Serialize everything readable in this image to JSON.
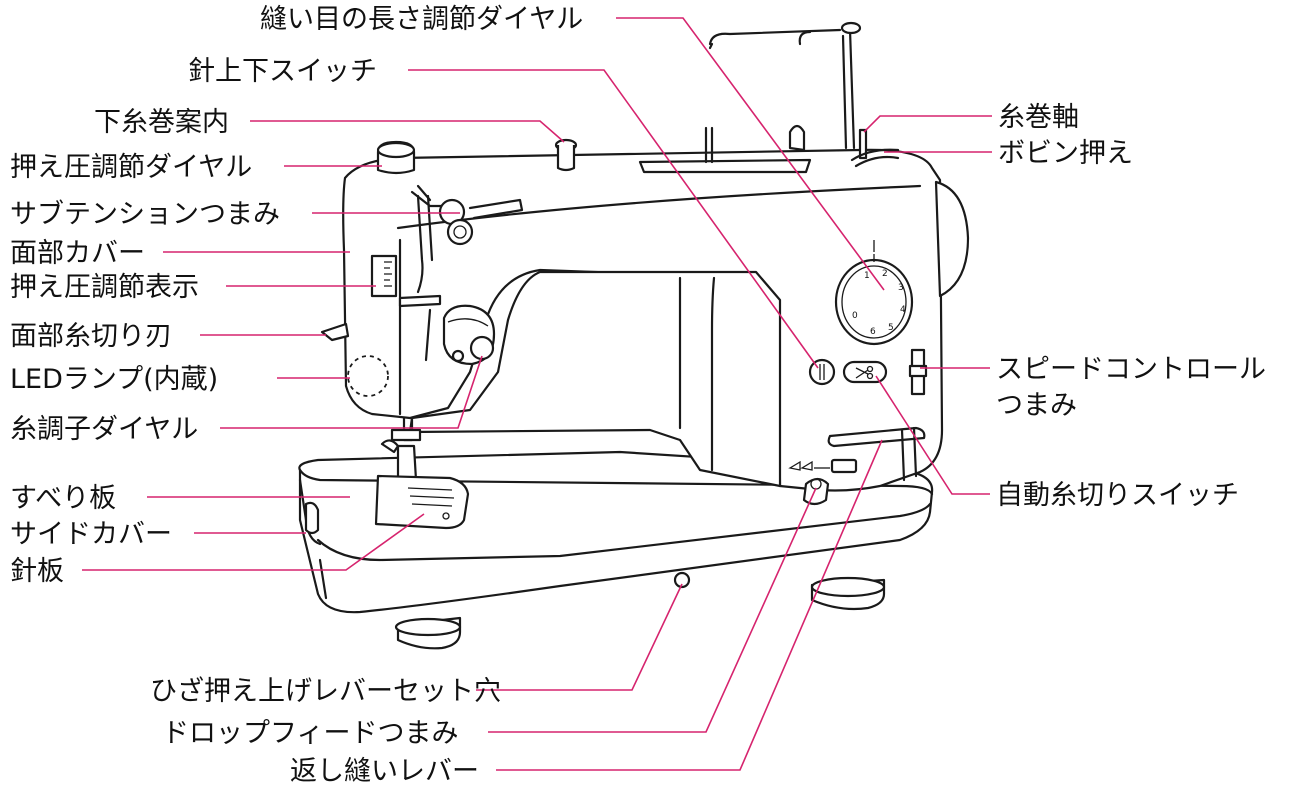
{
  "labels": {
    "stitch_length_dial": "縫い目の長さ調節ダイヤル",
    "needle_updown_switch": "針上下スイッチ",
    "bobbin_winder_guide": "下糸巻案内",
    "presser_pressure_dial": "押え圧調節ダイヤル",
    "sub_tension_knob": "サブテンションつまみ",
    "face_cover": "面部カバー",
    "presser_pressure_indicator": "押え圧調節表示",
    "face_thread_cutter": "面部糸切り刃",
    "led_lamp": "LEDランプ(内蔵)",
    "thread_tension_dial": "糸調子ダイヤル",
    "slide_plate": "すべり板",
    "side_cover": "サイドカバー",
    "needle_plate": "針板",
    "bobbin_winder_shaft": "糸巻軸",
    "bobbin_presser": "ボビン押え",
    "speed_control_knob_line1": "スピードコントロール",
    "speed_control_knob_line2": "つまみ",
    "auto_thread_cutter_switch": "自動糸切りスイッチ",
    "knee_lifter_socket": "ひざ押え上げレバーセット穴",
    "drop_feed_knob": "ドロップフィードつまみ",
    "reverse_lever": "返し縫いレバー"
  },
  "dial_numbers": [
    "1",
    "2",
    "3",
    "4",
    "5",
    "6",
    "0"
  ],
  "colors": {
    "leader_line": "#d6246e",
    "outline": "#1a1a1a",
    "background": "#ffffff"
  },
  "icons": {
    "scissors": "scissors-icon"
  }
}
